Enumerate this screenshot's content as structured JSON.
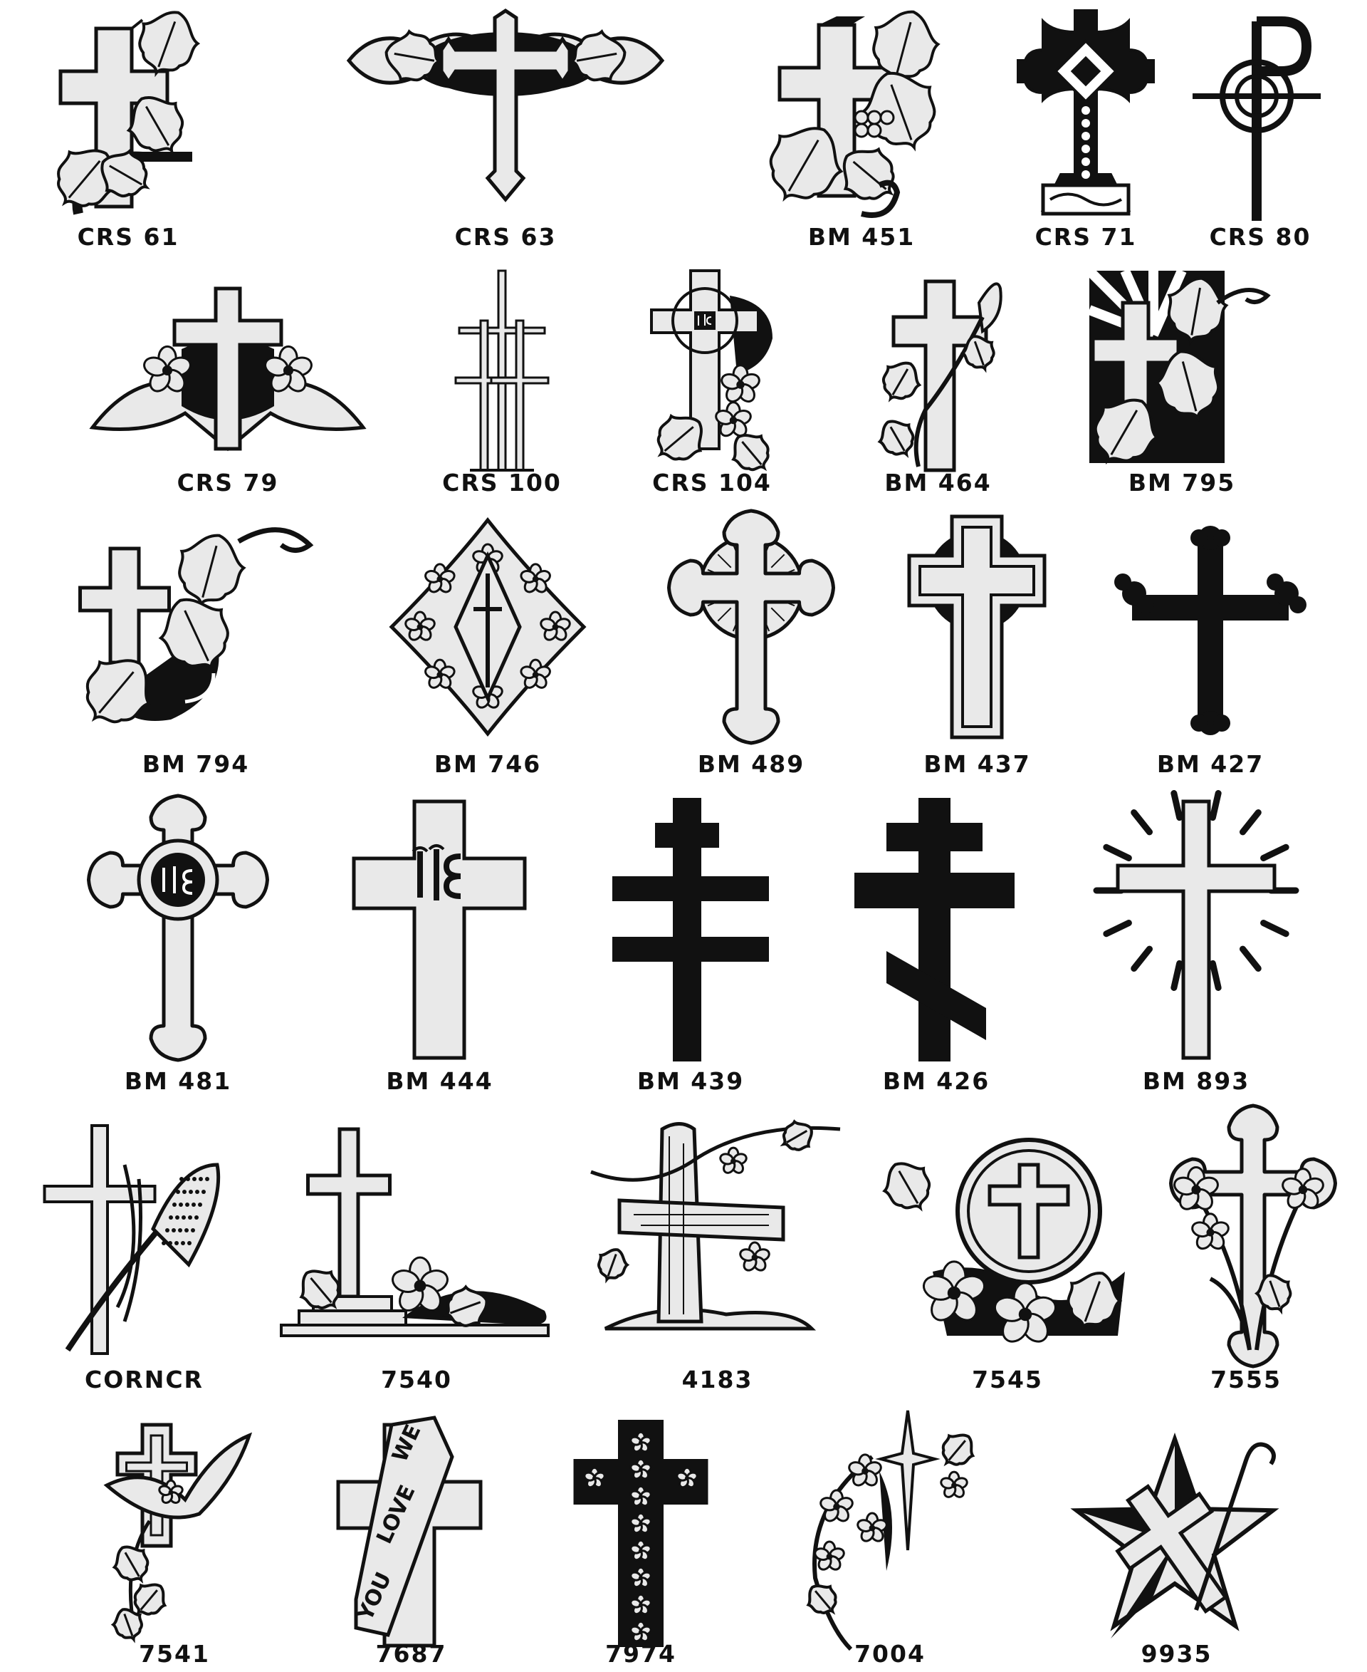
{
  "colors": {
    "ink": "#111111",
    "fill": "#e9e9e9",
    "paper": "#ffffff"
  },
  "designs": [
    {
      "code": "CRS 61",
      "icon": "cross-with-leaves-icon"
    },
    {
      "code": "CRS 63",
      "icon": "cross-with-scroll-banner-icon"
    },
    {
      "code": "BM 451",
      "icon": "cross-with-grape-leaves-icon"
    },
    {
      "code": "CRS 71",
      "icon": "celtic-cross-icon"
    },
    {
      "code": "CRS 80",
      "icon": "chi-rho-cross-icon"
    },
    {
      "code": "CRS 79",
      "icon": "cross-with-lilies-icon"
    },
    {
      "code": "CRS 100",
      "icon": "three-crosses-icon"
    },
    {
      "code": "CRS 104",
      "icon": "ihs-cross-with-flowers-icon"
    },
    {
      "code": "BM 464",
      "icon": "cross-with-calla-lily-icon"
    },
    {
      "code": "BM 795",
      "icon": "cross-with-rays-and-leaves-icon"
    },
    {
      "code": "BM 794",
      "icon": "cross-with-leaves-icon"
    },
    {
      "code": "BM 746",
      "icon": "ornamental-diamond-cross-icon"
    },
    {
      "code": "BM 489",
      "icon": "budded-cross-with-halo-icon"
    },
    {
      "code": "BM 437",
      "icon": "celtic-outline-cross-icon"
    },
    {
      "code": "BM 427",
      "icon": "botonee-cross-icon"
    },
    {
      "code": "BM 481",
      "icon": "ihs-budded-cross-icon"
    },
    {
      "code": "BM 444",
      "icon": "ihs-latin-cross-icon"
    },
    {
      "code": "BM 439",
      "icon": "patriarchal-cross-icon"
    },
    {
      "code": "BM 426",
      "icon": "orthodox-cross-icon"
    },
    {
      "code": "BM 893",
      "icon": "radiant-cross-icon"
    },
    {
      "code": "CORNCR",
      "icon": "cross-with-corn-icon"
    },
    {
      "code": "7540",
      "icon": "cross-on-steps-with-flower-icon"
    },
    {
      "code": "4183",
      "icon": "rustic-wooden-cross-icon"
    },
    {
      "code": "7545",
      "icon": "cross-in-circle-with-flowers-icon"
    },
    {
      "code": "7555",
      "icon": "budded-cross-with-daffodils-icon"
    },
    {
      "code": "7541",
      "icon": "cross-with-dove-icon"
    },
    {
      "code": "7687",
      "icon": "we-love-you-ribbon-cross-icon",
      "ribbon": [
        "WE",
        "LOVE",
        "YOU"
      ]
    },
    {
      "code": "7974",
      "icon": "floral-filled-cross-icon"
    },
    {
      "code": "7004",
      "icon": "star-and-flowers-cross-icon"
    },
    {
      "code": "9935",
      "icon": "star-with-cross-and-staff-icon"
    }
  ]
}
